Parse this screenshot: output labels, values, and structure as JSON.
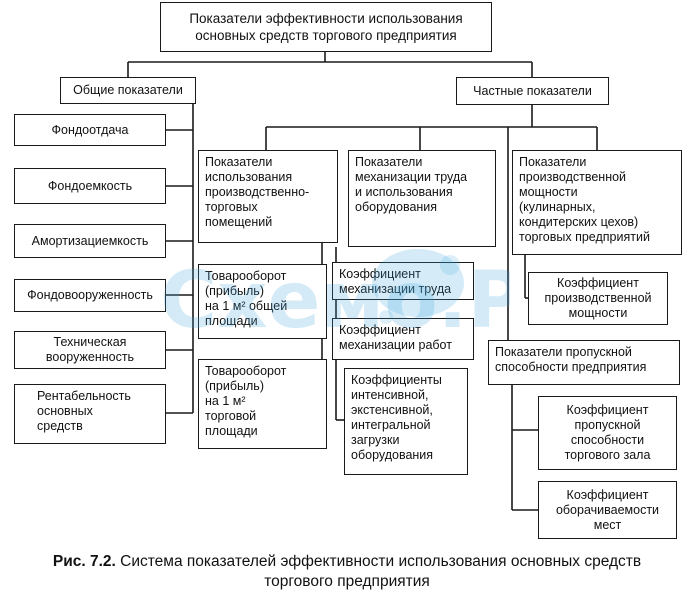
{
  "title": "Показатели эффективности использования\nосновных средств торгового предприятия",
  "general": {
    "header": "Общие показатели",
    "items": [
      "Фондоотдача",
      "Фондоемкость",
      "Амортизациемкость",
      "Фондовооруженность",
      "Техническая\nвооруженность",
      "Рентабельность\nосновных\nсредств"
    ]
  },
  "particular": {
    "header": "Частные показатели",
    "premises": {
      "header": "Показатели\nиспользования\nпроизводственно-\nторговых\nпомещений",
      "items": [
        "Товарооборот\n(прибыль)\nна 1 м² общей\nплощади",
        "Товарооборот\n(прибыль)\nна 1 м²\nторговой\nплощади"
      ]
    },
    "mechanization": {
      "header": "Показатели\nмеханизации труда\nи использования\nоборудования",
      "items": [
        "Коэффициент\nмеханизации труда",
        "Коэффициент\nмеханизации работ",
        "Коэффициенты\nинтенсивной,\nэкстенсивной,\nинтегральной\nзагрузки\nоборудования"
      ]
    },
    "capacity": {
      "header": "Показатели\nпроизводственной\nмощности\n(кулинарных,\nкондитерских цехов)\nторговых предприятий",
      "items": [
        "Коэффициент\nпроизводственной\nмощности"
      ]
    },
    "throughput": {
      "header": "Показатели пропускной\nспособности предприятия",
      "items": [
        "Коэффициент\nпропускной\nспособности\nторгового зала",
        "Коэффициент\nоборачиваемости\nмест"
      ]
    }
  },
  "caption": {
    "label": "Рис. 7.2.",
    "text": " Система показателей эффективности использования основных средств\nторгового предприятия"
  },
  "watermark": "Схемо.РФ"
}
